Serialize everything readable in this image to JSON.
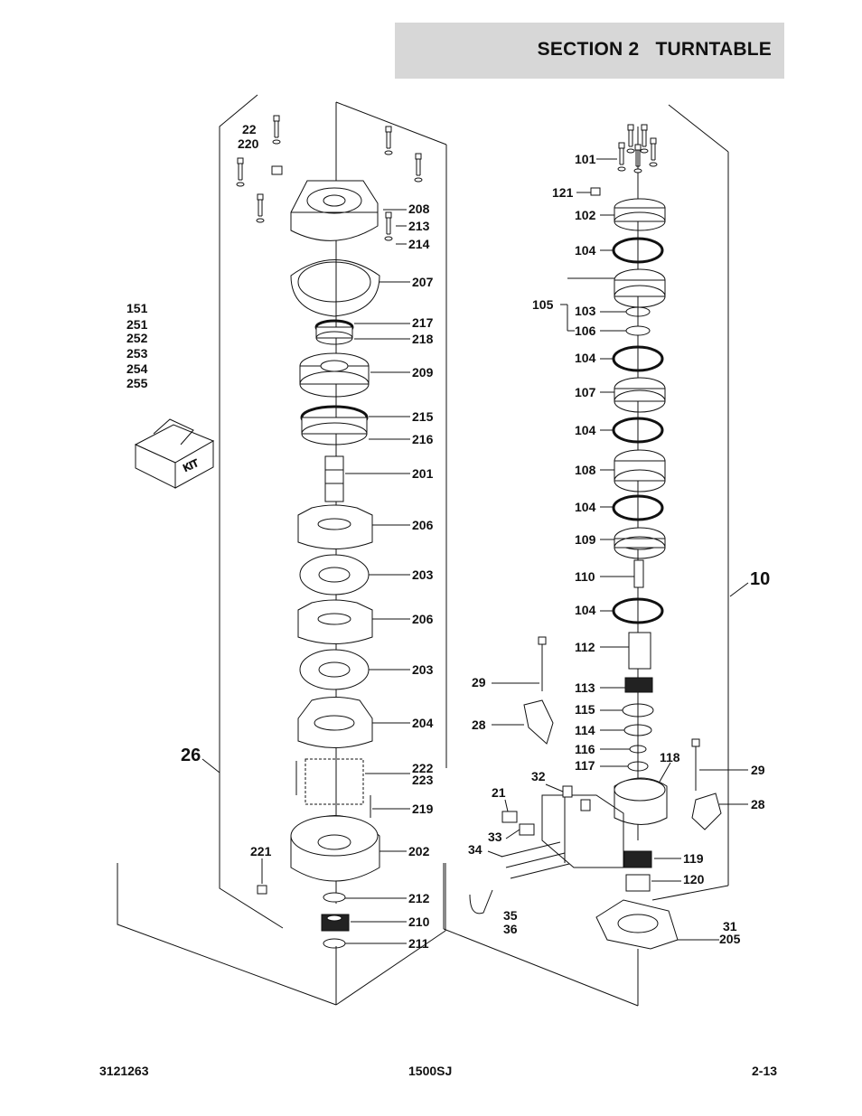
{
  "header": {
    "section": "SECTION 2",
    "title": "TURNTABLE"
  },
  "footer": {
    "left": "3121263",
    "center": "1500SJ",
    "right": "2-13"
  },
  "kit_label": "KIT",
  "callouts": {
    "left_assembly": "26",
    "right_assembly": "10",
    "kit_parts": [
      "151",
      "251",
      "252",
      "253",
      "254",
      "255"
    ],
    "brake": [
      "22",
      "220",
      "208",
      "213",
      "214",
      "207",
      "217",
      "218",
      "209",
      "215",
      "216",
      "201",
      "206",
      "203",
      "206",
      "203",
      "204",
      "222",
      "223",
      "219",
      "221",
      "202",
      "212",
      "210",
      "211"
    ],
    "motor": [
      "101",
      "121",
      "102",
      "104",
      "105",
      "103",
      "106",
      "104",
      "107",
      "104",
      "108",
      "104",
      "109",
      "110",
      "104",
      "112",
      "29",
      "113",
      "28",
      "115",
      "114",
      "116",
      "118",
      "117",
      "32",
      "21",
      "29",
      "28",
      "33",
      "34",
      "119",
      "120",
      "35",
      "36",
      "31",
      "205"
    ]
  }
}
